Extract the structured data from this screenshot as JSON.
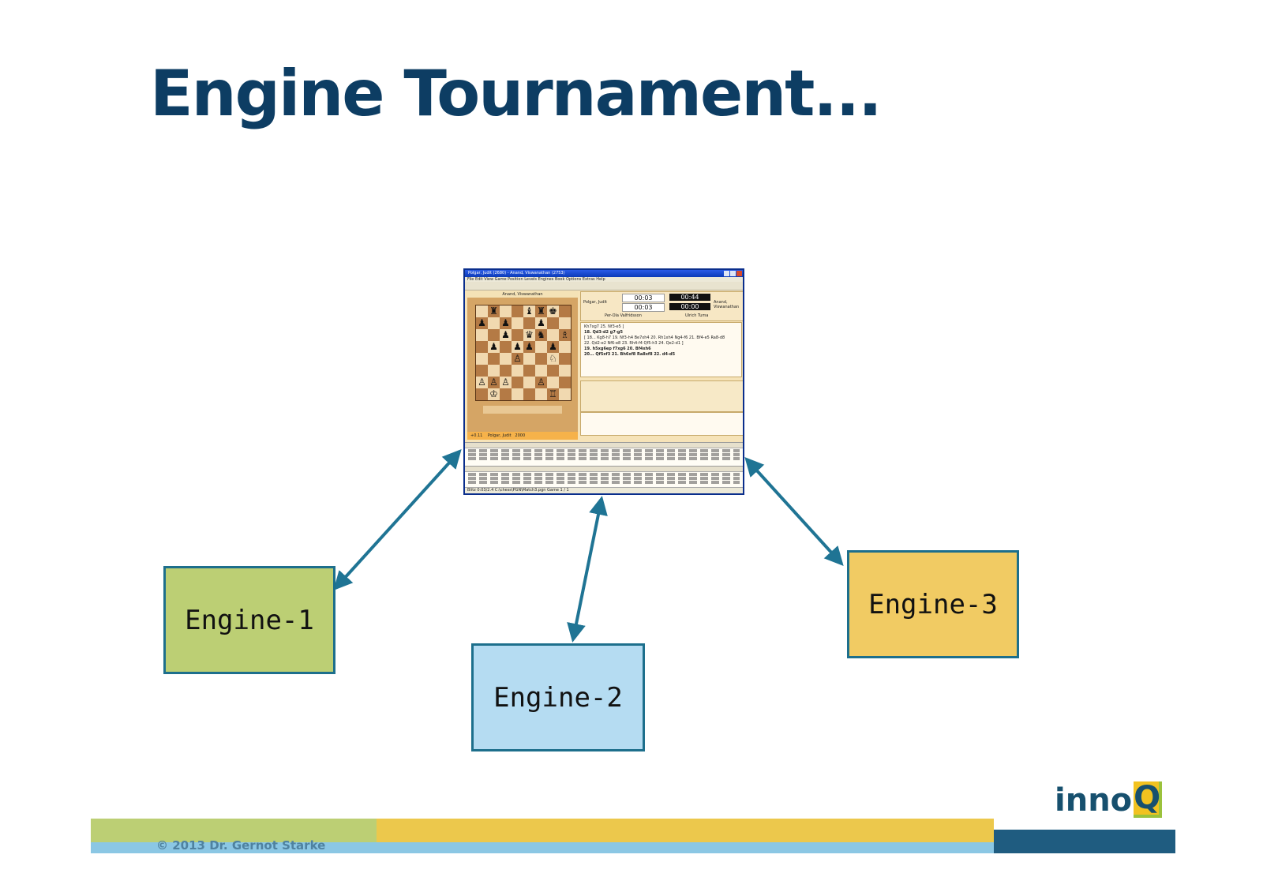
{
  "slide": {
    "title": "Engine Tournament...",
    "copyright": "© 2013 Dr. Gernot Starke"
  },
  "logo": {
    "text": "inno",
    "accent": "Q"
  },
  "engines": [
    {
      "label": "Engine-1",
      "color": "#bccf74"
    },
    {
      "label": "Engine-2",
      "color": "#b5dcf2"
    },
    {
      "label": "Engine-3",
      "color": "#f1cb63"
    }
  ],
  "connections": [
    {
      "from": "Engine-1",
      "to": "chess-gui",
      "style": "bidirectional"
    },
    {
      "from": "Engine-2",
      "to": "chess-gui",
      "style": "bidirectional"
    },
    {
      "from": "Engine-3",
      "to": "chess-gui",
      "style": "bidirectional"
    }
  ],
  "gui": {
    "title": "Polgar, Judit (2680) - Anand, Viswanathan (2753)",
    "menu": "File  Edit  View  Game  Position  Levels  Engines  Book  Options  Extras  Help",
    "top_player": "Anand, Viswanathan",
    "bottom_player": "Polgar, Judit",
    "rating": "2000",
    "eval": "+0.11",
    "clocks": {
      "white_1": "00:03",
      "white_2": "00:03",
      "black_1": "00:44",
      "black_2": "00:00"
    },
    "clock_names": {
      "left": "Polgar, Judit",
      "right": "Anand, Viswanathan",
      "sub_left": "Per-Ola Valfridsson",
      "sub_right": "Ulrich Tuma"
    },
    "notation": [
      "Kh7xg7 25. Nf3-e5 ]",
      "18. Qd3-d2 g7-g5",
      "[ 18... Kg8-h7 19. Nf3-h4 Be7xh4 20. Rh1xh4 Ng4-f6 21. Bf4-e5 Ra8-d8",
      "22. Qd2-e2 Nf6-e8 23. Rh4-f4 Qf5-h3 24. Qe2-d1 ]",
      "19. h5xg6ep f7xg6 20. Bf4xh6",
      "20... Qf5xf3 21. Bh6xf8 Ra8xf8 22. d4-d5"
    ],
    "status": "Blitz 0:03/2.4   C:\\chess\\PGN\\Match3.pgn   Game 1 / 1"
  },
  "colors": {
    "title": "#0d3d63",
    "arrow": "#1f7494",
    "band_green": "#bccf74",
    "band_yellow": "#ecc84c",
    "band_blue": "#8bc7e4",
    "band_dark": "#1f5c80"
  }
}
